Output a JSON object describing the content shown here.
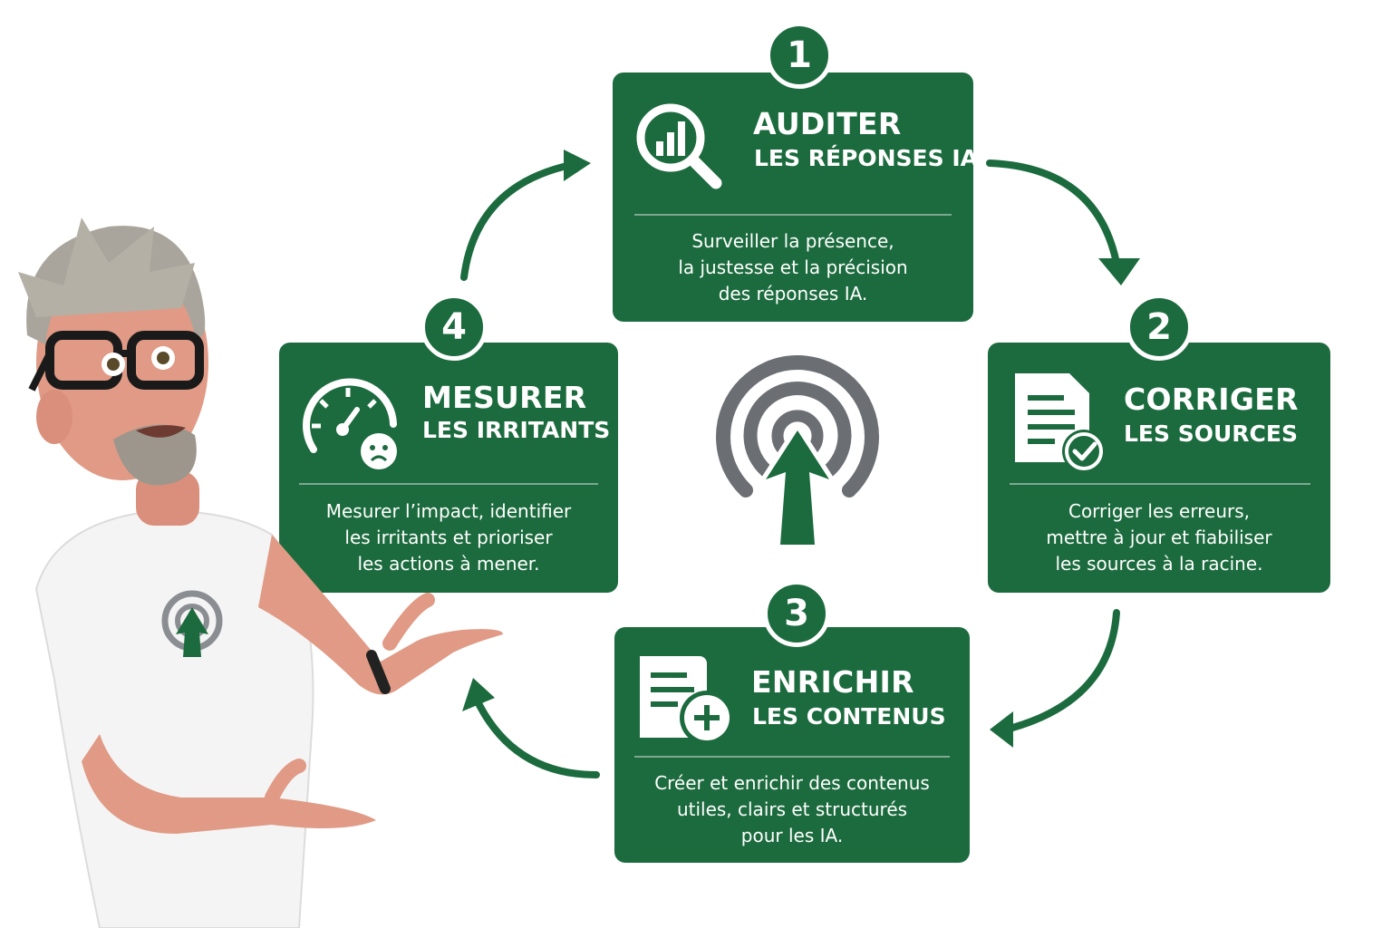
{
  "colors": {
    "card": "#1c6b3e",
    "arrow": "#1c6b3e",
    "grey": "#6b6e73",
    "white": "#ffffff"
  },
  "steps": [
    {
      "number": "1",
      "title": "AUDITER",
      "subtitle": "LES RÉPONSES IA",
      "icon": "magnifier-chart-icon",
      "desc": [
        "Surveiller la présence,",
        "la justesse et la précision",
        "des réponses IA."
      ]
    },
    {
      "number": "2",
      "title": "CORRIGER",
      "subtitle": "LES SOURCES",
      "icon": "document-check-icon",
      "desc": [
        "Corriger les erreurs,",
        "mettre à jour et fiabiliser",
        "les sources à la racine."
      ]
    },
    {
      "number": "3",
      "title": "ENRICHIR",
      "subtitle": "LES CONTENUS",
      "icon": "document-plus-icon",
      "desc": [
        "Créer et enrichir des contenus",
        "utiles, clairs et structurés",
        "pour les IA."
      ]
    },
    {
      "number": "4",
      "title": "MESURER",
      "subtitle": "LES IRRITANTS",
      "icon": "gauge-sad-face-icon",
      "desc": [
        "Mesurer l’impact, identifier",
        "les irritants et prioriser",
        "les actions à mener."
      ]
    }
  ],
  "center_logo": "target-arrow-logo",
  "character": "presenter-avatar"
}
